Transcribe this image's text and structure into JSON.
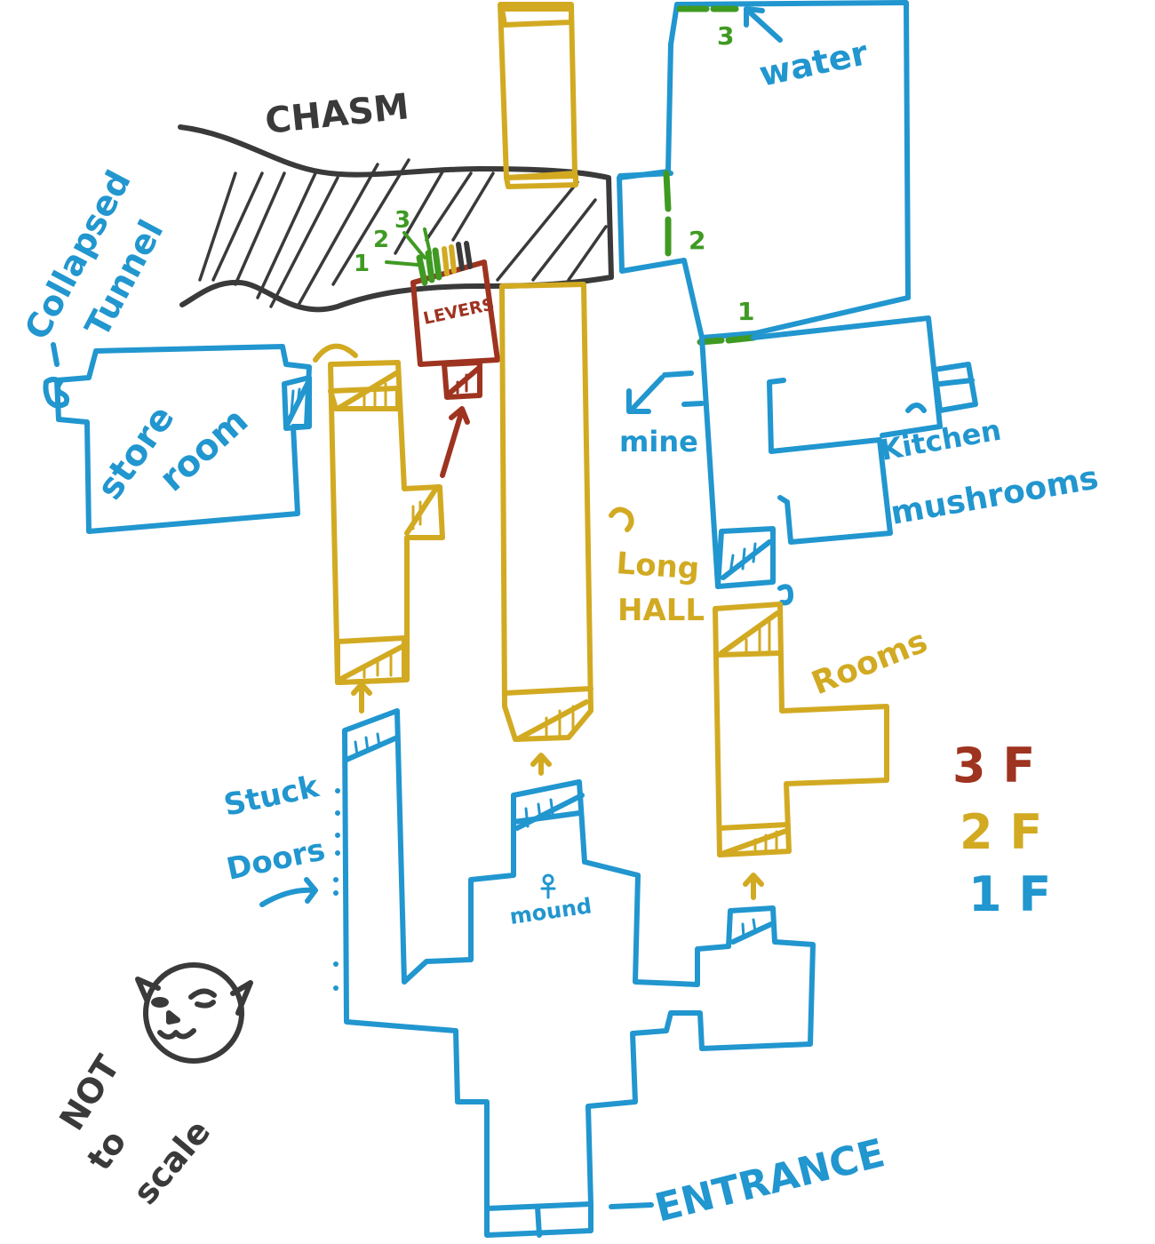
{
  "map": {
    "labels": {
      "chasm": "CHASM",
      "collapsed_tunnel_line1": "Collapsed",
      "collapsed_tunnel_line2": "Tunnel",
      "store_room_line1": "store",
      "store_room_line2": "room",
      "levers": "LEVERS",
      "lever_numbers": [
        "1",
        "2",
        "3"
      ],
      "water": "water",
      "gate_3": "3",
      "gate_2": "2",
      "gate_1": "1",
      "mine": "mine",
      "kitchen": "Kitchen",
      "mushrooms": "mushrooms",
      "long_hall_line1": "Long",
      "long_hall_line2": "HALL",
      "rooms": "Rooms",
      "stuck_doors_line1": "Stuck",
      "stuck_doors_line2": "Doors",
      "mound": "mound",
      "entrance": "ENTRANCE",
      "not_to_scale_line1": "NOT",
      "not_to_scale_line2": "to",
      "not_to_scale_line3": "scale"
    },
    "legend": [
      {
        "label": "3 F",
        "color": "#9e3320"
      },
      {
        "label": "2 F",
        "color": "#d2aa22"
      },
      {
        "label": "1 F",
        "color": "#2196cf"
      }
    ],
    "colors": {
      "floor1": "#2196cf",
      "floor2": "#d2aa22",
      "floor3": "#9e3320",
      "gates": "#3f9a22",
      "ink": "#3a3a3a"
    }
  }
}
